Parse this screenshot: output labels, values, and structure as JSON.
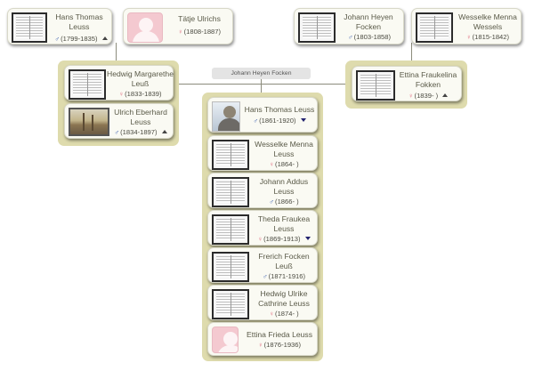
{
  "family_label": "Johann Heyen Focken",
  "persons": {
    "hans_thomas_sr": {
      "name": "Hans Thomas Leuss",
      "dates": "(1799-1835)",
      "sex": "♂"
    },
    "tatje": {
      "name": "Tätje Ulrichs",
      "dates": "(1808-1887)",
      "sex": "♀"
    },
    "johann_heyen": {
      "name": "Johann Heyen Focken",
      "dates": "(1803-1858)",
      "sex": "♂"
    },
    "wesselke_sr": {
      "name": "Wesselke Menna Wessels",
      "dates": "(1815-1842)",
      "sex": "♀"
    },
    "hedwig_margarethe": {
      "name": "Hedwig Margarethe Leuß",
      "dates": "(1833-1839)",
      "sex": "♀"
    },
    "ulrich": {
      "name": "Ulrich Eberhard Leuss",
      "dates": "(1834-1897)",
      "sex": "♂"
    },
    "ettina_fraukelina": {
      "name": "Ettina Fraukelina Fokken",
      "dates": "(1839- )",
      "sex": "♀"
    },
    "hans_thomas_jr": {
      "name": "Hans Thomas Leuss",
      "dates": "(1861-1920)",
      "sex": "♂"
    },
    "wesselke_jr": {
      "name": "Wesselke Menna Leuss",
      "dates": "(1864- )",
      "sex": "♀"
    },
    "johann_addus": {
      "name": "Johann Addus Leuss",
      "dates": "(1866- )",
      "sex": "♂"
    },
    "theda": {
      "name": "Theda Fraukea Leuss",
      "dates": "(1869-1913)",
      "sex": "♀"
    },
    "frerich": {
      "name": "Frerich Focken Leuß",
      "dates": "(1871-1916)",
      "sex": "♂"
    },
    "hedwig_ulrike": {
      "name": "Hedwig Ulrike Cathrine Leuss",
      "dates": "(1874- )",
      "sex": "♀"
    },
    "ettina_frieda": {
      "name": "Ettina Frieda Leuss",
      "dates": "(1876-1936)",
      "sex": "♀"
    }
  },
  "colors": {
    "male_symbol": "#3b5eaf",
    "female_symbol": "#e1697c",
    "family_group_bg": "#dedbad",
    "card_bg": "#fafaf3",
    "connector": "#8c8c7c"
  },
  "icons": {
    "expand_parents": "triangle-up-icon",
    "expand_children": "triangle-down-icon"
  }
}
